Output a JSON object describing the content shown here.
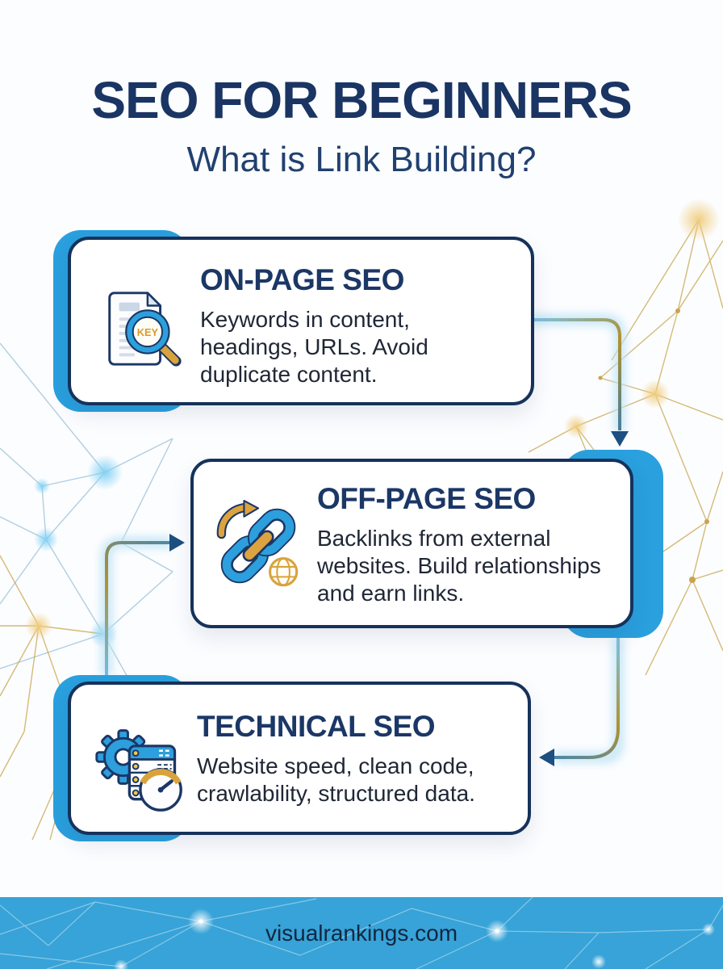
{
  "page": {
    "title": "SEO FOR BEGINNERS",
    "subtitle": "What is Link Building?"
  },
  "cards": [
    {
      "heading": "ON-PAGE SEO",
      "body": [
        "Keywords in content,",
        "headings, URLs. Avoid",
        "duplicate content."
      ],
      "icon": "document-keyword-magnifier-icon",
      "icon_label": "KEY"
    },
    {
      "heading": "OFF-PAGE SEO",
      "body": [
        "Backlinks from external",
        "websites. Build relationships",
        "and earn links."
      ],
      "icon": "link-building-icon"
    },
    {
      "heading": "TECHNICAL SEO",
      "body": [
        "Website speed, clean code,",
        "crawlability, structured data."
      ],
      "icon": "gear-server-speedometer-icon"
    }
  ],
  "connectors": [
    {
      "from": "on-page-seo",
      "to": "off-page-seo",
      "arrow": "down-into-top-of-off-page"
    },
    {
      "from": "technical-seo",
      "to": "off-page-seo",
      "arrow": "right-into-left-of-off-page"
    },
    {
      "from": "off-page-seo",
      "to": "technical-seo",
      "arrow": "left-into-right-of-technical"
    }
  ],
  "footer": {
    "website": "visualrankings.com"
  },
  "colors": {
    "navy_border": "#16325B",
    "heading_navy": "#1B3766",
    "title_navy": "#1A3563",
    "body_text": "#202736",
    "accent_blue": "#2AA0DE",
    "footer_bg": "#37A3D8",
    "icon_gold": "#D9A33C",
    "mesh_gold": "#C9A44A",
    "mesh_blue": "#9FC3D8",
    "connector_gold": "#B1912E",
    "connector_blue": "#7CC3E6",
    "arrowhead_navy": "#1D4F80"
  }
}
